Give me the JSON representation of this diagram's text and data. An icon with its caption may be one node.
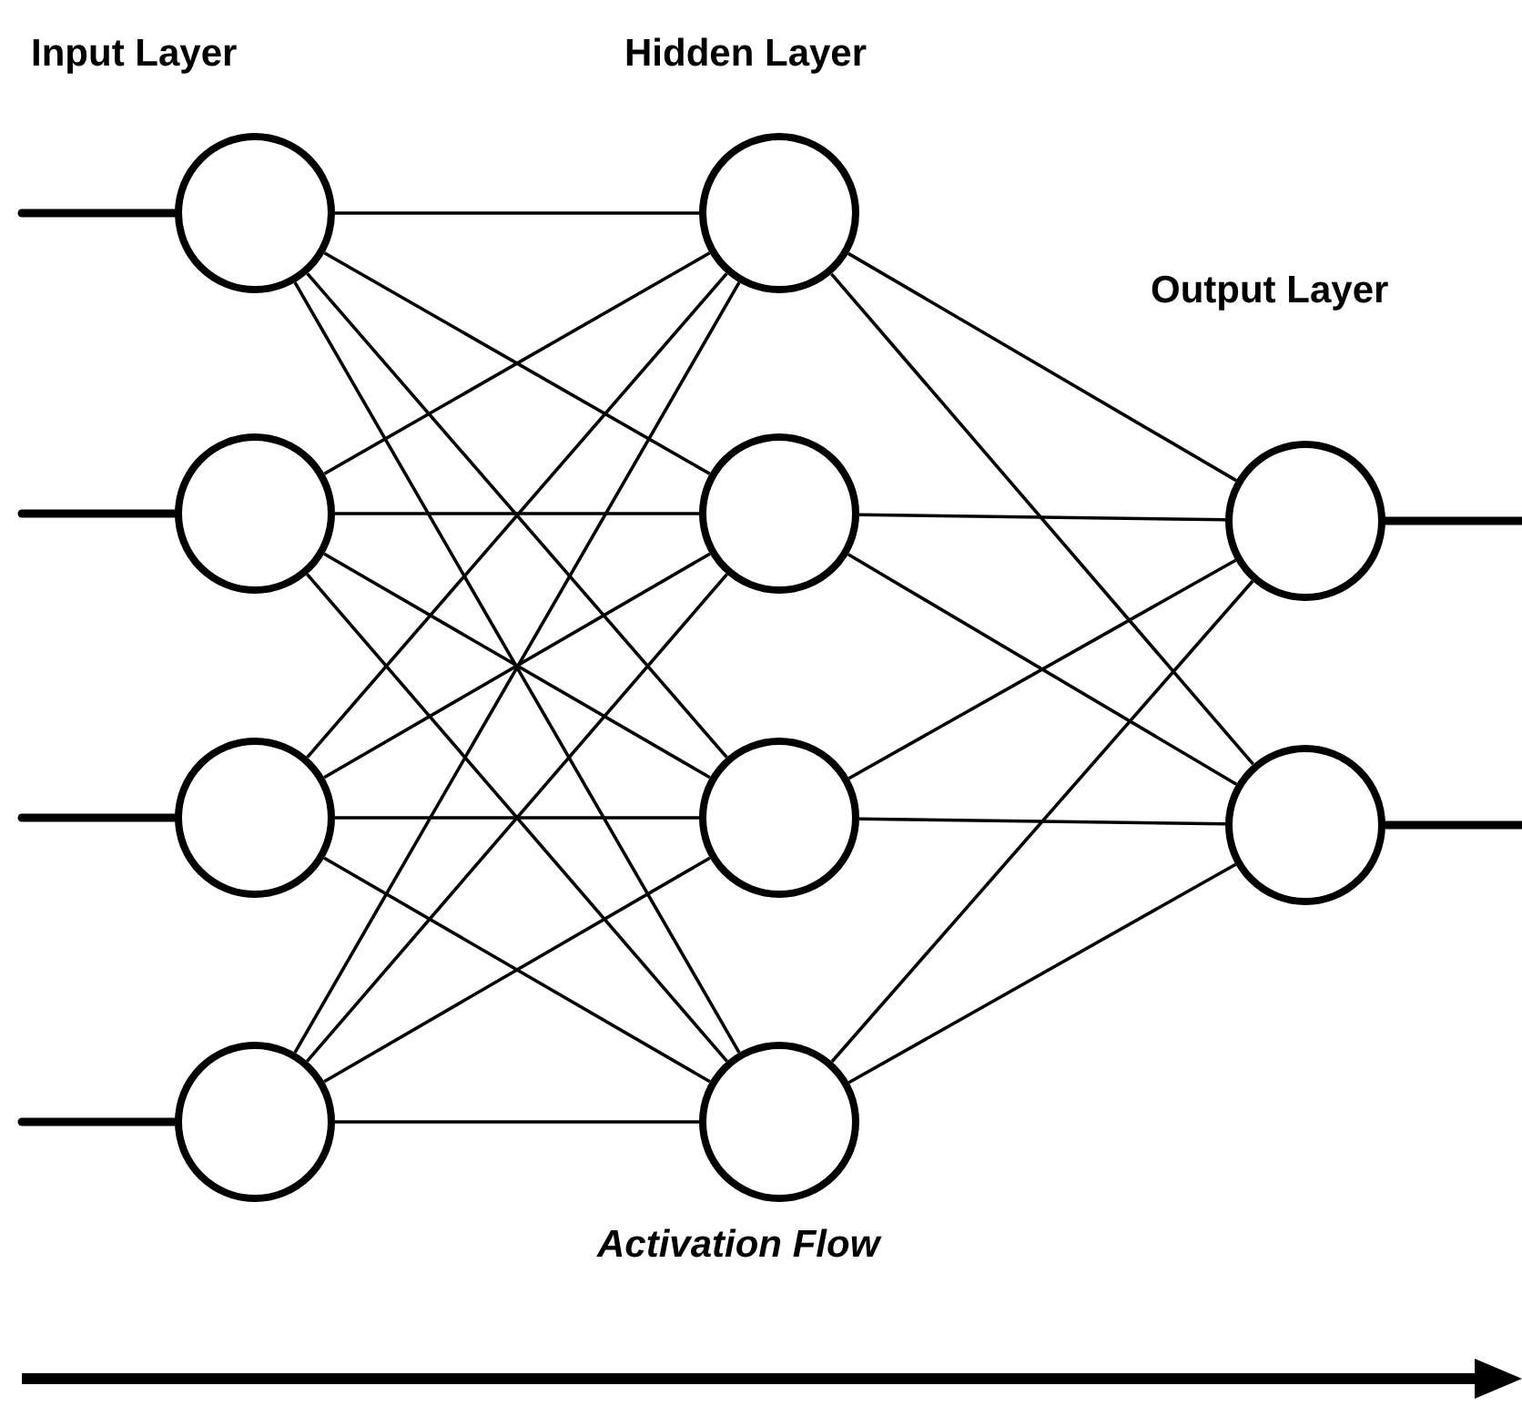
{
  "diagram": {
    "nodes": [
      {
        "text": [],
        "shape": "circle"
      },
      {
        "text": [],
        "shape": "circle"
      },
      {
        "text": [],
        "shape": "circle"
      },
      {
        "text": [],
        "shape": "circle"
      },
      {
        "text": [],
        "shape": "circle"
      },
      {
        "text": [],
        "shape": "circle"
      },
      {
        "text": [],
        "shape": "circle"
      },
      {
        "text": [],
        "shape": "circle"
      },
      {
        "text": [],
        "shape": "circle"
      },
      {
        "text": [],
        "shape": "circle"
      }
    ],
    "edges": [
      {
        "from": null,
        "to": 0,
        "arrow": "none",
        "style": "thick"
      },
      {
        "from": null,
        "to": 1,
        "arrow": "none",
        "style": "thick"
      },
      {
        "from": null,
        "to": 2,
        "arrow": "none",
        "style": "thick"
      },
      {
        "from": null,
        "to": 3,
        "arrow": "none",
        "style": "thick"
      },
      {
        "from": 0,
        "to": 4,
        "arrow": "none"
      },
      {
        "from": 0,
        "to": 5,
        "arrow": "none"
      },
      {
        "from": 0,
        "to": 6,
        "arrow": "none"
      },
      {
        "from": 0,
        "to": 7,
        "arrow": "none"
      },
      {
        "from": 1,
        "to": 4,
        "arrow": "none"
      },
      {
        "from": 1,
        "to": 5,
        "arrow": "none"
      },
      {
        "from": 1,
        "to": 6,
        "arrow": "none"
      },
      {
        "from": 1,
        "to": 7,
        "arrow": "none"
      },
      {
        "from": 2,
        "to": 4,
        "arrow": "none"
      },
      {
        "from": 2,
        "to": 5,
        "arrow": "none"
      },
      {
        "from": 2,
        "to": 6,
        "arrow": "none"
      },
      {
        "from": 2,
        "to": 7,
        "arrow": "none"
      },
      {
        "from": 3,
        "to": 4,
        "arrow": "none"
      },
      {
        "from": 3,
        "to": 5,
        "arrow": "none"
      },
      {
        "from": 3,
        "to": 6,
        "arrow": "none"
      },
      {
        "from": 3,
        "to": 7,
        "arrow": "none"
      },
      {
        "from": 4,
        "to": 8,
        "arrow": "none"
      },
      {
        "from": 4,
        "to": 9,
        "arrow": "none"
      },
      {
        "from": 5,
        "to": 8,
        "arrow": "none"
      },
      {
        "from": 5,
        "to": 9,
        "arrow": "none"
      },
      {
        "from": 6,
        "to": 8,
        "arrow": "none"
      },
      {
        "from": 6,
        "to": 9,
        "arrow": "none"
      },
      {
        "from": 7,
        "to": 8,
        "arrow": "none"
      },
      {
        "from": 7,
        "to": 9,
        "arrow": "none"
      },
      {
        "from": 8,
        "to": null,
        "arrow": "none",
        "style": "thick"
      },
      {
        "from": 9,
        "to": null,
        "arrow": "none",
        "style": "thick"
      }
    ],
    "labels": [
      "Input Layer",
      "Hidden Layer",
      "Output Layer",
      "Activation Flow"
    ]
  }
}
